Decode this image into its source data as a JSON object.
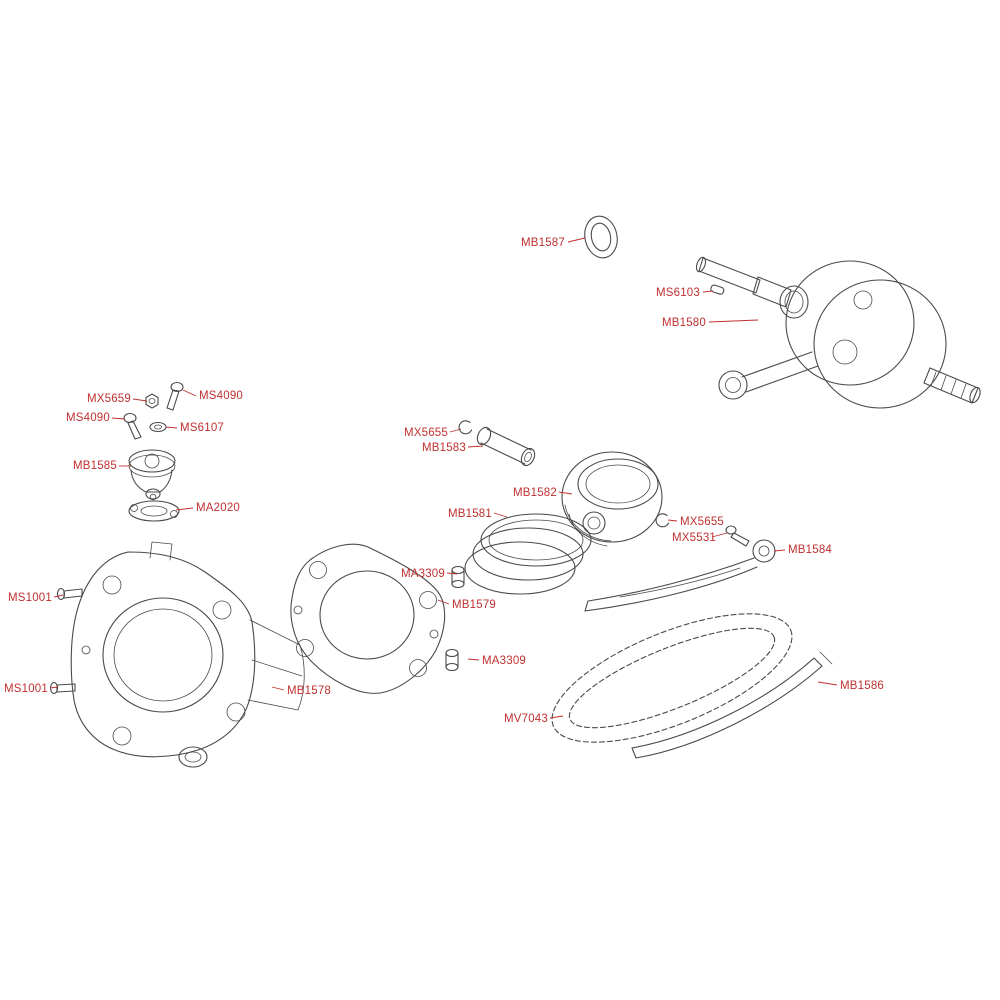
{
  "diagram": {
    "type": "exploded-parts-diagram",
    "subject": "cylinder-piston-crankshaft-camchain",
    "label_color": "#c03030",
    "line_color": "#4a4a4a",
    "background": "#ffffff",
    "labels": [
      {
        "text": "MB1587"
      },
      {
        "text": "MS6103"
      },
      {
        "text": "MB1580"
      },
      {
        "text": "MX5659"
      },
      {
        "text": "MS4090"
      },
      {
        "text": "MS4090"
      },
      {
        "text": "MS6107"
      },
      {
        "text": "MB1585"
      },
      {
        "text": "MA2020"
      },
      {
        "text": "MX5655"
      },
      {
        "text": "MB1583"
      },
      {
        "text": "MB1582"
      },
      {
        "text": "MB1581"
      },
      {
        "text": "MX5655"
      },
      {
        "text": "MX5531"
      },
      {
        "text": "MB1584"
      },
      {
        "text": "MA3309"
      },
      {
        "text": "MB1579"
      },
      {
        "text": "MS1001"
      },
      {
        "text": "MA3309"
      },
      {
        "text": "MS1001"
      },
      {
        "text": "MB1578"
      },
      {
        "text": "MB1586"
      },
      {
        "text": "MV7043"
      }
    ]
  }
}
